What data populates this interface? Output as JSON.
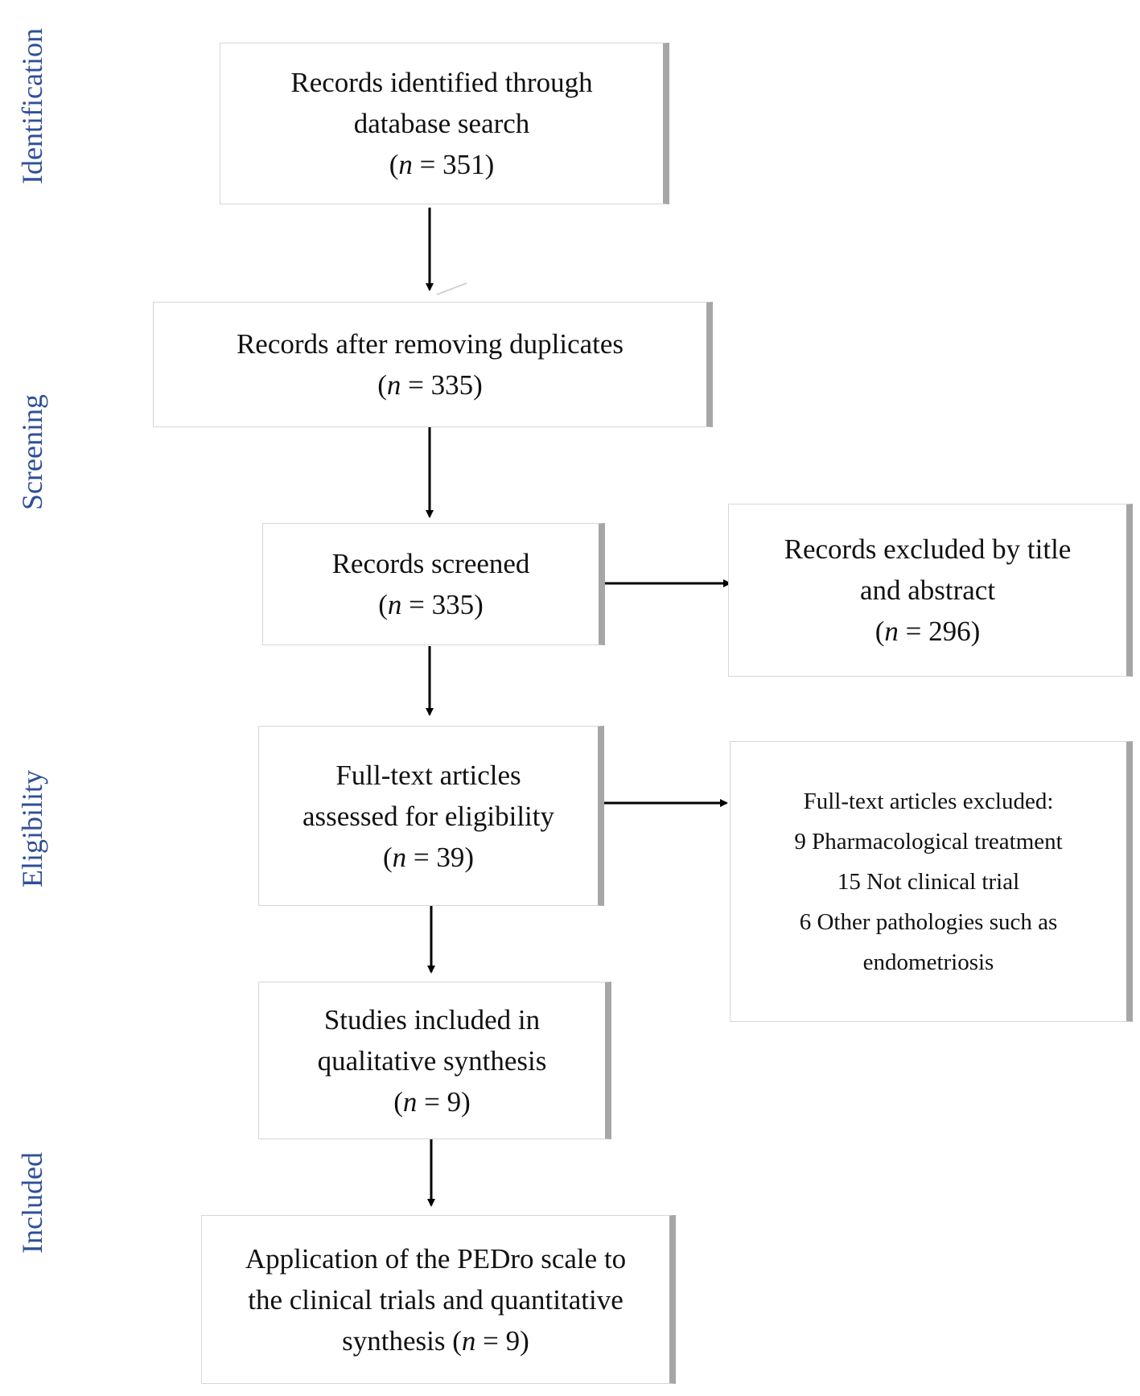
{
  "stages": {
    "identification": "Identification",
    "screening": "Screening",
    "eligibility": "Eligibility",
    "included": "Included"
  },
  "boxes": {
    "identified": {
      "lines": [
        "Records identified through",
        "database  search"
      ],
      "n_label": "n",
      "n_value": "351"
    },
    "after_duplicates": {
      "lines": [
        "Records after removing duplicates"
      ],
      "n_label": "n",
      "n_value": "335"
    },
    "screened": {
      "lines": [
        "Records screened"
      ],
      "n_label": "n",
      "n_value": "335"
    },
    "excluded_title": {
      "lines": [
        "Records excluded by title",
        "and abstract"
      ],
      "n_label": "n",
      "n_value": "296"
    },
    "full_text": {
      "lines": [
        "Full-text articles",
        "assessed  for eligibility"
      ],
      "n_label": "n",
      "n_value": "39"
    },
    "full_text_excluded": {
      "lines": [
        "Full-text articles  excluded:",
        "9 Pharmacological treatment",
        "15 Not clinical  trial",
        "6 Other pathologies such as",
        "endometriosis"
      ]
    },
    "qualitative": {
      "lines": [
        "Studies included in",
        "qualitative synthesis"
      ],
      "n_label": "n",
      "n_value": "9"
    },
    "pedro": {
      "lines": [
        "Application of the PEDro scale to",
        "the clinical trials and quantitative"
      ],
      "last_prefix": "synthesis ",
      "n_label": "n",
      "n_value": "9"
    }
  }
}
